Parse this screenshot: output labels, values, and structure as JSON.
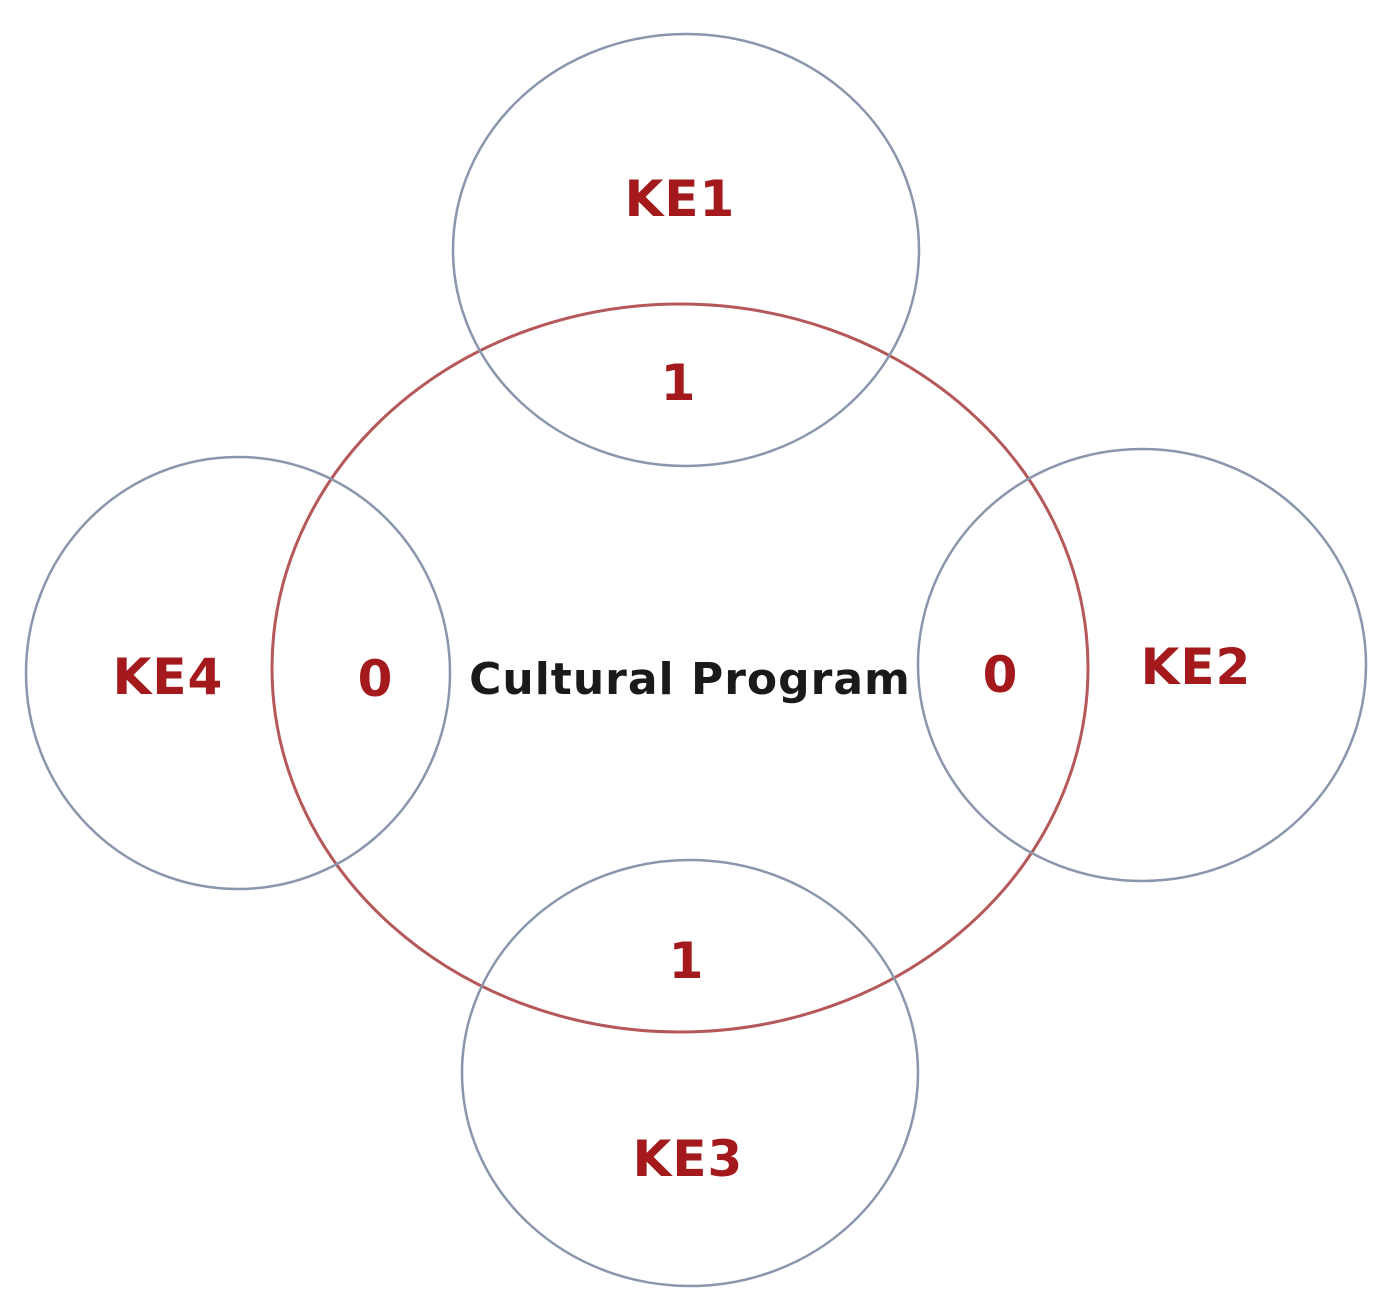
{
  "diagram": {
    "center": {
      "label": "Cultural Program"
    },
    "sets": [
      {
        "id": "ke1",
        "label": "KE1",
        "overlap": "1"
      },
      {
        "id": "ke2",
        "label": "KE2",
        "overlap": "0"
      },
      {
        "id": "ke3",
        "label": "KE3",
        "overlap": "1"
      },
      {
        "id": "ke4",
        "label": "KE4",
        "overlap": "0"
      }
    ],
    "colors": {
      "center_circle": "#b5585a",
      "outer_circles": "#8a96ab",
      "set_text": "#a3191c",
      "center_text": "#1a1a1a",
      "background": "#ffffff"
    }
  }
}
